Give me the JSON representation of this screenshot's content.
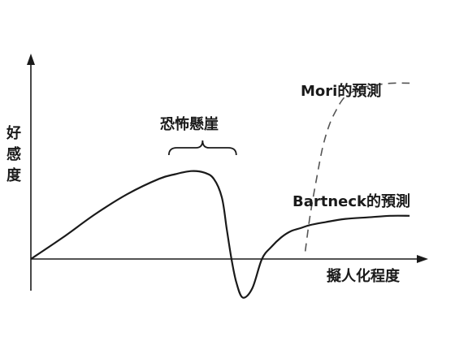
{
  "diagram": {
    "y_axis_label": [
      "好",
      "感",
      "度"
    ],
    "x_axis_label": "擬人化程度",
    "valley_label": "恐怖懸崖",
    "mori_label": "Mori的預測",
    "bartneck_label": "Bartneck的預測"
  },
  "chart_data": {
    "type": "line",
    "series": [
      {
        "name": "Mori的預測",
        "style": "dashed",
        "x": [
          0.855,
          0.87,
          0.89,
          0.91,
          0.93,
          0.95,
          0.97,
          0.99,
          1.03,
          1.08,
          1.13,
          1.18
        ],
        "y": [
          0.05,
          0.28,
          0.52,
          0.73,
          0.87,
          0.96,
          1.03,
          1.07,
          1.11,
          1.13,
          1.14,
          1.14
        ]
      },
      {
        "name": "Bartneck的預測",
        "style": "solid",
        "x": [
          0.0,
          0.1,
          0.2,
          0.3,
          0.4,
          0.45,
          0.5,
          0.54,
          0.57,
          0.595,
          0.61,
          0.625,
          0.64,
          0.66,
          0.69,
          0.72,
          0.75,
          0.78,
          0.81,
          0.84,
          0.87,
          0.92,
          0.98,
          1.05,
          1.12,
          1.18
        ],
        "y": [
          0.0,
          0.14,
          0.29,
          0.42,
          0.52,
          0.55,
          0.57,
          0.56,
          0.52,
          0.4,
          0.2,
          0.0,
          -0.15,
          -0.25,
          -0.19,
          0.0,
          0.08,
          0.14,
          0.18,
          0.2,
          0.22,
          0.24,
          0.26,
          0.27,
          0.28,
          0.28
        ]
      }
    ],
    "xlim": [
      0,
      1.3
    ],
    "ylim": [
      -0.32,
      1.5
    ],
    "valley_bracket_x": [
      0.43,
      0.64
    ]
  },
  "colors": {
    "axis": "#1a1a1a",
    "curve": "#1a1a1a",
    "dashed": "#555555"
  }
}
